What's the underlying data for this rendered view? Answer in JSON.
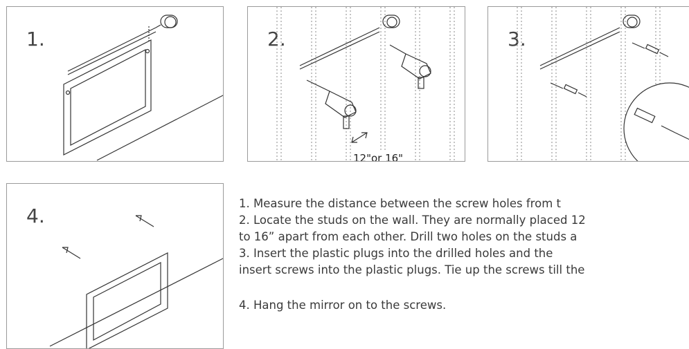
{
  "steps": {
    "one": {
      "number": "1."
    },
    "two": {
      "number": "2.",
      "gap_label": "12\"or 16\""
    },
    "three": {
      "number": "3."
    },
    "four": {
      "number": "4."
    }
  },
  "instructions": [
    "1. Measure the distance between the screw holes from t",
    "2. Locate the studs on the wall. They are normally placed 12",
    "to 16” apart from each other. Drill two holes on the studs a",
    "3. Insert the plastic plugs into the drilled holes and the",
    "insert screws into the plastic plugs. Tie up the screws till the",
    "4. Hang the mirror on to the screws."
  ]
}
